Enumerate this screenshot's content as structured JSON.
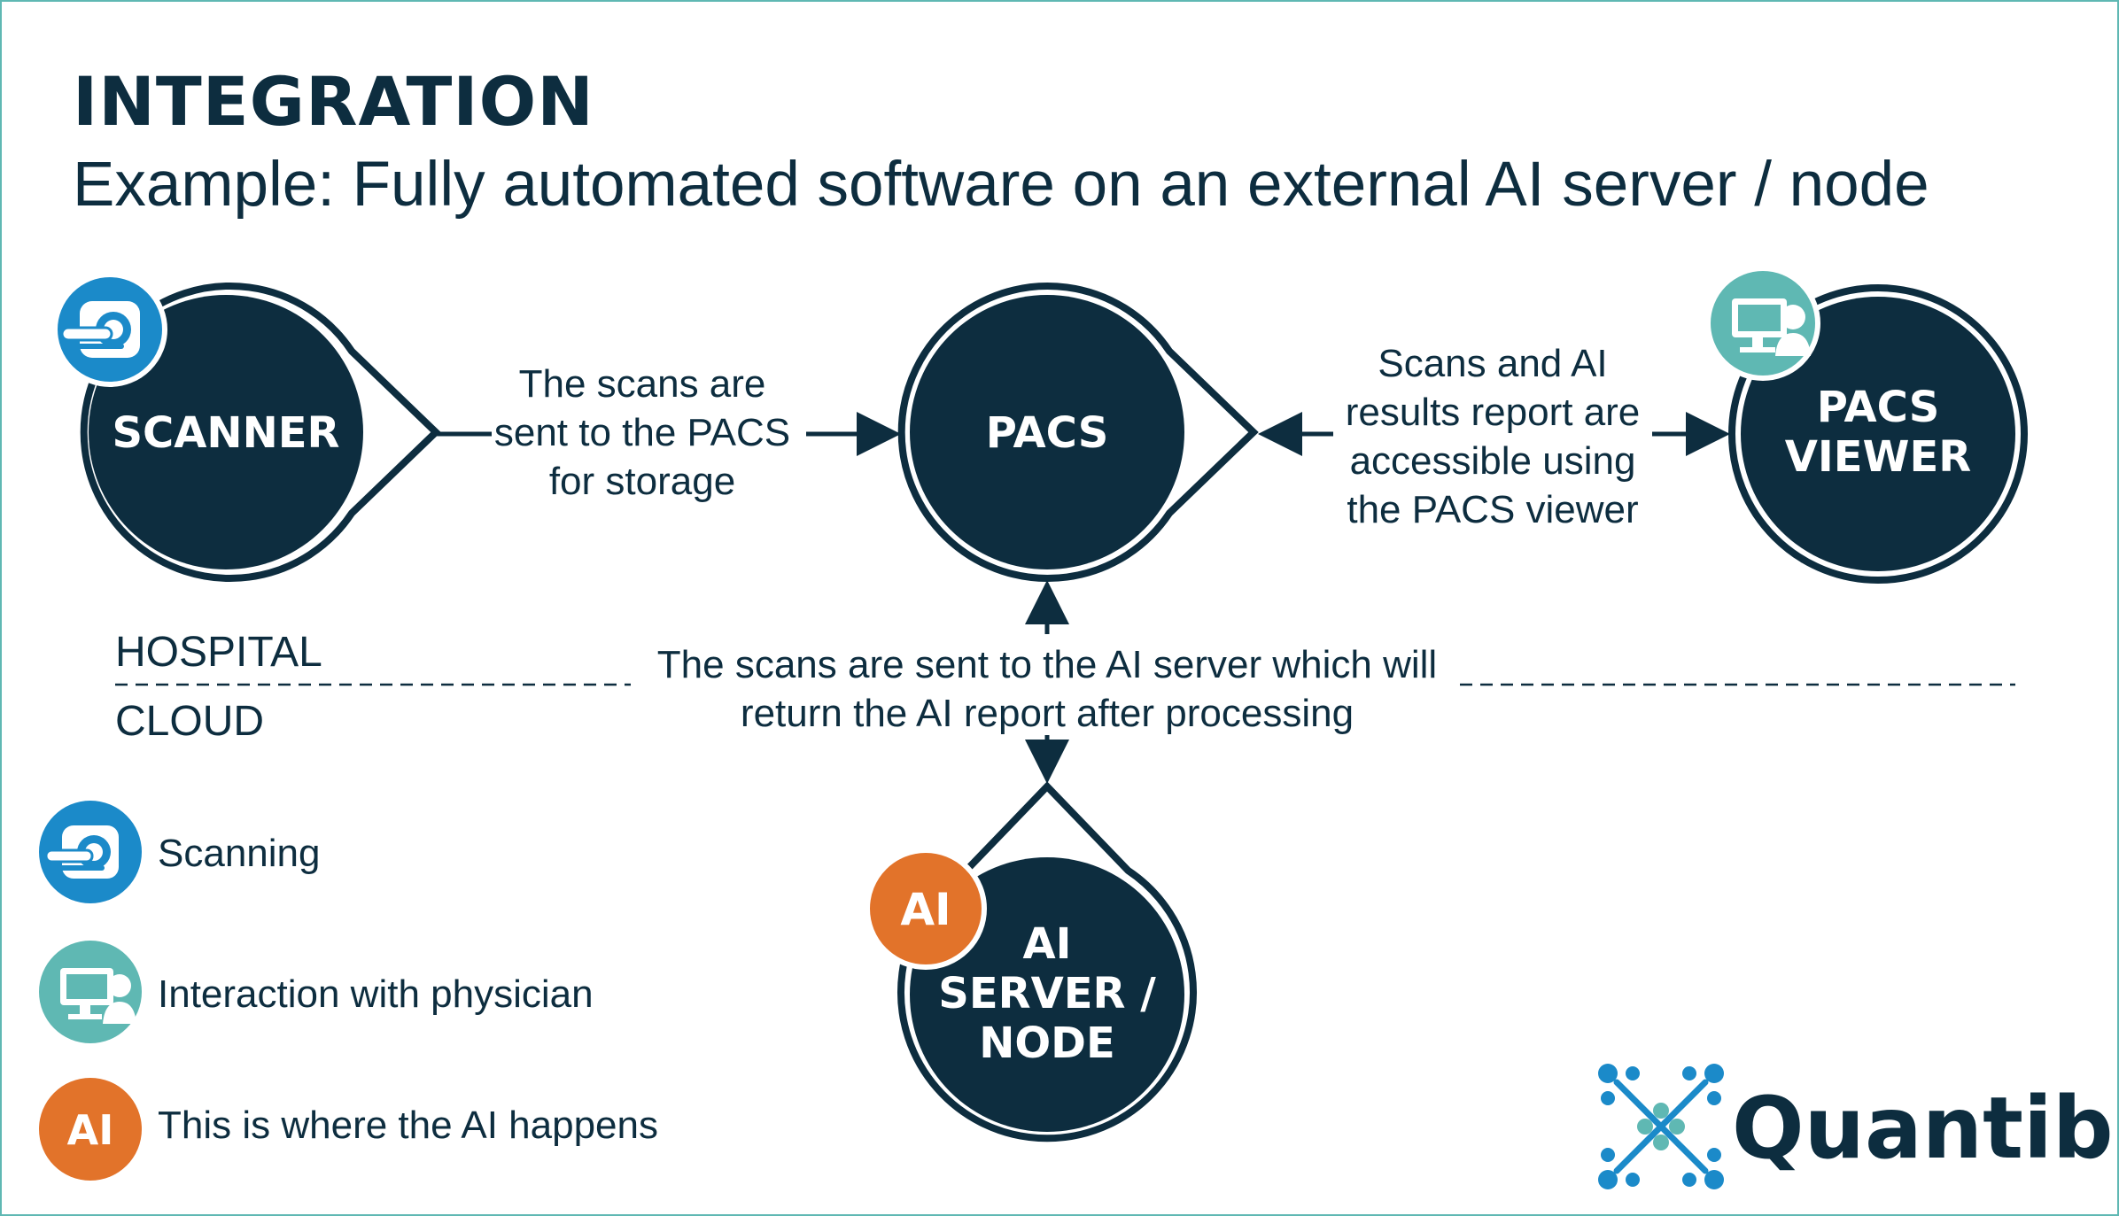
{
  "header": {
    "title": "INTEGRATION",
    "subtitle": "Example: Fully automated software on an external AI server / node"
  },
  "nodes": {
    "scanner": {
      "label": "SCANNER"
    },
    "pacs": {
      "label": "PACS"
    },
    "pacs_viewer": {
      "line1": "PACS",
      "line2": "VIEWER"
    },
    "ai_server": {
      "line1": "AI",
      "line2": "SERVER /",
      "line3": "NODE"
    }
  },
  "flows": {
    "scanner_to_pacs": {
      "line1": "The scans are",
      "line2": "sent to the PACS",
      "line3": "for storage"
    },
    "pacs_to_viewer": {
      "line1": "Scans and AI",
      "line2": "results report are",
      "line3": "accessible using",
      "line4": "the PACS viewer"
    },
    "pacs_to_ai": {
      "line1": "The scans are sent to the AI server which will",
      "line2": "return the AI report after processing"
    }
  },
  "zones": {
    "hospital": "HOSPITAL",
    "cloud": "CLOUD"
  },
  "legend": {
    "scanning": "Scanning",
    "interaction": "Interaction with physician",
    "ai": "This is where the AI happens",
    "ai_badge": "AI"
  },
  "brand": {
    "name": "Quantib"
  },
  "colors": {
    "navy": "#0d2d3f",
    "scanner_blue": "#1b8ac9",
    "physician_teal": "#5fb8b3",
    "ai_orange": "#e2732a",
    "frame_teal": "#5fb8b3"
  },
  "icons": {
    "scanner": "mri-scanner-icon",
    "physician": "physician-monitor-icon",
    "ai": "ai-badge-icon",
    "brand": "quantib-logo-icon"
  }
}
